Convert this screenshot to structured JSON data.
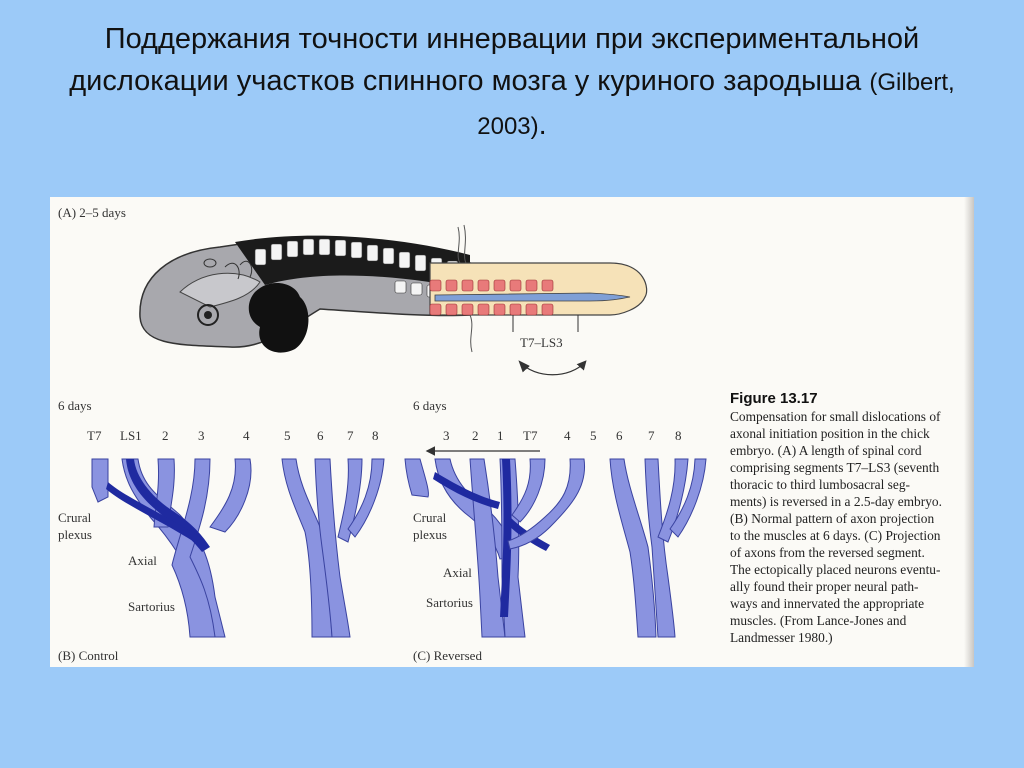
{
  "slide": {
    "title_main": "Поддержания точности иннервации при экспериментальной дислокации участков спинного мозга у куриного зародыша",
    "title_citation": "(Gilbert, 2003)",
    "title_end": "."
  },
  "panel_a": {
    "label": "(A)  2–5 days",
    "segment_label": "T7–LS3"
  },
  "panel_b": {
    "days_label": "6 days",
    "segments": [
      "T7",
      "LS1",
      "2",
      "3",
      "4",
      "5",
      "6",
      "7",
      "8"
    ],
    "crural_label_1": "Crural",
    "crural_label_2": "plexus",
    "axial_label": "Axial",
    "sartorius_label": "Sartorius",
    "caption": "(B)  Control"
  },
  "panel_c": {
    "days_label": "6 days",
    "segments": [
      "3",
      "2",
      "1",
      "T7",
      "4",
      "5",
      "6",
      "7",
      "8"
    ],
    "crural_label_1": "Crural",
    "crural_label_2": "plexus",
    "axial_label": "Axial",
    "sartorius_label": "Sartorius",
    "caption": "(C)  Reversed"
  },
  "figure_caption": {
    "title": "Figure 13.17",
    "lines": [
      "Compensation for small dislocations of",
      "axonal initiation position in the chick",
      "embryo. (A) A length of spinal cord",
      "comprising segments T7–LS3 (seventh",
      "thoracic to third lumbosacral seg-",
      "ments) is reversed in a 2.5-day embryo.",
      "(B) Normal pattern of axon projection",
      "to the muscles at 6 days. (C) Projection",
      "of axons from the reversed segment.",
      "The ectopically placed neurons eventu-",
      "ally found their proper neural path-",
      "ways and innervated the appropriate",
      "muscles. (From Lance-Jones and",
      "Landmesser 1980.)"
    ]
  },
  "colors": {
    "background": "#9ccaf8",
    "nerve_light": "#8a93e0",
    "nerve_dark": "#1f2aa0",
    "embryo_gray": "#a8a8ad",
    "graft_tissue": "#f6e2b8",
    "graft_segments": "#e87a7a",
    "neural_tube": "#7f9fd6"
  }
}
